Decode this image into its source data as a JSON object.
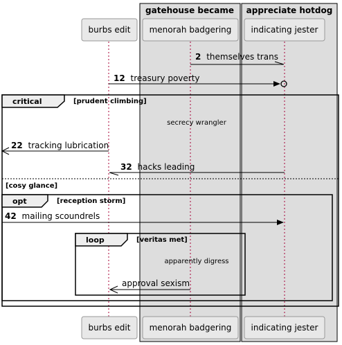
{
  "boxes": {
    "gatehouse": "gatehouse became",
    "appreciate": "appreciate hotdog"
  },
  "participants": {
    "burbs": "burbs edit",
    "menorah": "menorah badgering",
    "jester": "indicating jester"
  },
  "messages": {
    "m2": {
      "num": "2",
      "text": "themselves trans"
    },
    "m12": {
      "num": "12",
      "text": "treasury poverty"
    },
    "m22": {
      "num": "22",
      "text": "tracking lubrication"
    },
    "m32": {
      "num": "32",
      "text": "hacks leading"
    },
    "m42": {
      "num": "42",
      "text": "mailing scoundrels"
    },
    "approval": {
      "text": "approval sexism"
    }
  },
  "fragments": {
    "critical": {
      "keyword": "critical",
      "guard": "[prudent climbing]"
    },
    "cosy": {
      "guard": "[cosy glance]"
    },
    "opt": {
      "keyword": "opt",
      "guard": "[reception storm]"
    },
    "loop": {
      "keyword": "loop",
      "guard": "[veritas met]"
    }
  },
  "notes": {
    "secrecy": "secrecy wrangler",
    "digress": "apparently digress"
  }
}
